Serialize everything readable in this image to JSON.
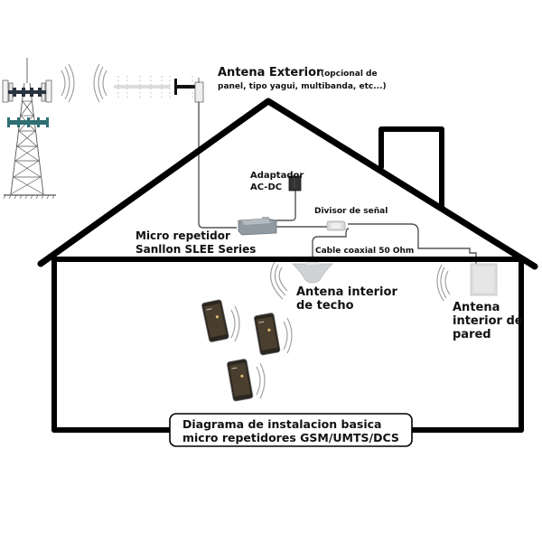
{
  "diagram": {
    "title": "Diagrama de instalacion basica micro repetidores GSM/UMTS/DCS",
    "colors": {
      "outline": "#000000",
      "cable": "#555555",
      "tower_accent": "#2f6f73",
      "tower_dark": "#2a3440",
      "repeater_body": "#8f9aa3",
      "adapter_body": "#333333",
      "splitter_body": "#d8d8d8",
      "ceiling_antenna": "#cfd3d6",
      "wall_antenna": "#dcdcdc",
      "phone_body": "#2b2620",
      "phone_screen": "#4a3e2e",
      "wave": "#9a9a9a"
    },
    "labels": {
      "external_antenna_title": "Antena Exterior",
      "external_antenna_note_line1": "(opcional de",
      "external_antenna_note_line2": "panel, tipo yagui, multibanda, etc...)",
      "adapter_line1": "Adaptador",
      "adapter_line2": "AC-DC",
      "repeater_line1": "Micro repetidor",
      "repeater_line2": "Sanllon SLEE Series",
      "splitter": "Divisor de señal",
      "coax_cable": "Cable coaxial 50 Ohm",
      "ceiling_antenna_line1": "Antena interior",
      "ceiling_antenna_line2": "de techo",
      "wall_antenna_line1": "Antena",
      "wall_antenna_line2": "interior de",
      "wall_antenna_line3": "pared",
      "caption_line1": "Diagrama de instalacion basica",
      "caption_line2": "micro repetidores GSM/UMTS/DCS"
    },
    "components": [
      {
        "id": "cell-tower",
        "icon": "cell-tower-icon"
      },
      {
        "id": "yagi-antenna",
        "icon": "yagi-antenna-icon"
      },
      {
        "id": "ac-dc-adapter",
        "icon": "power-adapter-icon"
      },
      {
        "id": "micro-repeater",
        "icon": "repeater-icon"
      },
      {
        "id": "signal-splitter",
        "icon": "splitter-icon"
      },
      {
        "id": "ceiling-antenna",
        "icon": "ceiling-antenna-icon"
      },
      {
        "id": "wall-antenna",
        "icon": "wall-antenna-icon"
      },
      {
        "id": "mobile-phones",
        "icon": "smartphone-icon",
        "count": 3
      }
    ]
  }
}
